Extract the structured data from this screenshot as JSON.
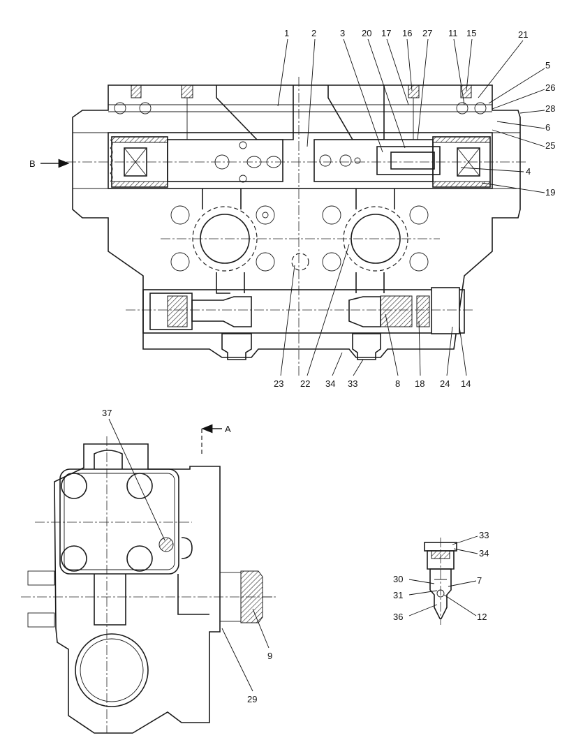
{
  "view_labels": {
    "b_arrow": "B",
    "a_arrow": "A"
  },
  "callouts": [
    {
      "id": "c1",
      "text": "1"
    },
    {
      "id": "c2",
      "text": "2"
    },
    {
      "id": "c3",
      "text": "3"
    },
    {
      "id": "c20",
      "text": "20"
    },
    {
      "id": "c17",
      "text": "17"
    },
    {
      "id": "c16",
      "text": "16"
    },
    {
      "id": "c27",
      "text": "27"
    },
    {
      "id": "c11",
      "text": "11"
    },
    {
      "id": "c15",
      "text": "15"
    },
    {
      "id": "c21",
      "text": "21"
    },
    {
      "id": "c5",
      "text": "5"
    },
    {
      "id": "c26",
      "text": "26"
    },
    {
      "id": "c28",
      "text": "28"
    },
    {
      "id": "c6",
      "text": "6"
    },
    {
      "id": "c25",
      "text": "25"
    },
    {
      "id": "c4",
      "text": "4"
    },
    {
      "id": "c19",
      "text": "19"
    },
    {
      "id": "c23",
      "text": "23"
    },
    {
      "id": "c22",
      "text": "22"
    },
    {
      "id": "c34a",
      "text": "34"
    },
    {
      "id": "c33a",
      "text": "33"
    },
    {
      "id": "c8",
      "text": "8"
    },
    {
      "id": "c18",
      "text": "18"
    },
    {
      "id": "c24",
      "text": "24"
    },
    {
      "id": "c14",
      "text": "14"
    },
    {
      "id": "c37",
      "text": "37"
    },
    {
      "id": "c9",
      "text": "9"
    },
    {
      "id": "c29",
      "text": "29"
    },
    {
      "id": "c33b",
      "text": "33"
    },
    {
      "id": "c34b",
      "text": "34"
    },
    {
      "id": "c30",
      "text": "30"
    },
    {
      "id": "c7",
      "text": "7"
    },
    {
      "id": "c31",
      "text": "31"
    },
    {
      "id": "c12",
      "text": "12"
    },
    {
      "id": "c36",
      "text": "36"
    }
  ]
}
